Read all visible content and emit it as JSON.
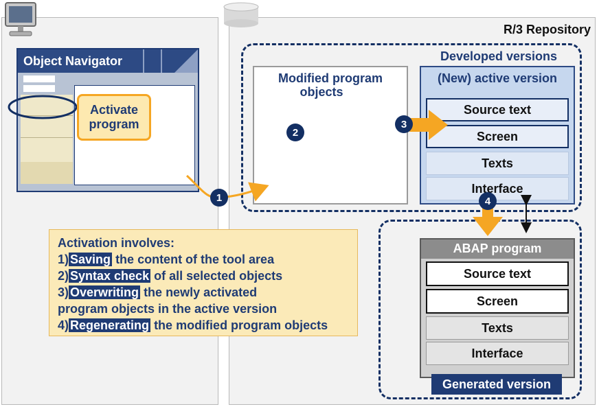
{
  "left": {
    "window_title": "Object Navigator",
    "callout": [
      "Activate",
      "program"
    ]
  },
  "repository": {
    "title": "R/3 Repository",
    "modified_box": [
      "Modified program",
      "objects"
    ],
    "developed_label": "Developed versions",
    "active_title": "(New) active version",
    "active_items": [
      "Source text",
      "Screen",
      "Texts",
      "Interface"
    ],
    "abap_title": "ABAP program",
    "abap_items": [
      "Source text",
      "Screen",
      "Texts",
      "Interface"
    ],
    "generated_label": "Generated version"
  },
  "steps": {
    "s1": "1",
    "s2": "2",
    "s3": "3",
    "s4": "4"
  },
  "info": {
    "heading": "Activation involves:",
    "lines": [
      {
        "num": "1)",
        "hl": "Saving",
        "rest": "the content of the tool area"
      },
      {
        "num": "2)",
        "hl": "Syntax check",
        "rest": "of all selected objects"
      },
      {
        "num": "3)",
        "hl": "Overwriting",
        "rest": "the newly activated"
      },
      {
        "num": "",
        "hl": "",
        "rest": "program objects in the active version"
      },
      {
        "num": "4)",
        "hl": "Regenerating",
        "rest": "the modified program objects"
      }
    ]
  },
  "colors": {
    "navy": "#132f63",
    "text_blue": "#1f3b74",
    "orange": "#f5a623",
    "callout_fill": "#fde9b0",
    "info_fill": "#fbeab8"
  }
}
